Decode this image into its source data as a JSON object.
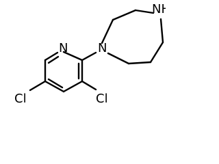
{
  "molecule": {
    "atoms": {
      "nh": {
        "label": "NH"
      },
      "n_ring": {
        "label": "N"
      },
      "n_pyridine": {
        "label": "N"
      },
      "cl_left": {
        "label": "Cl"
      },
      "cl_right": {
        "label": "Cl"
      }
    }
  }
}
